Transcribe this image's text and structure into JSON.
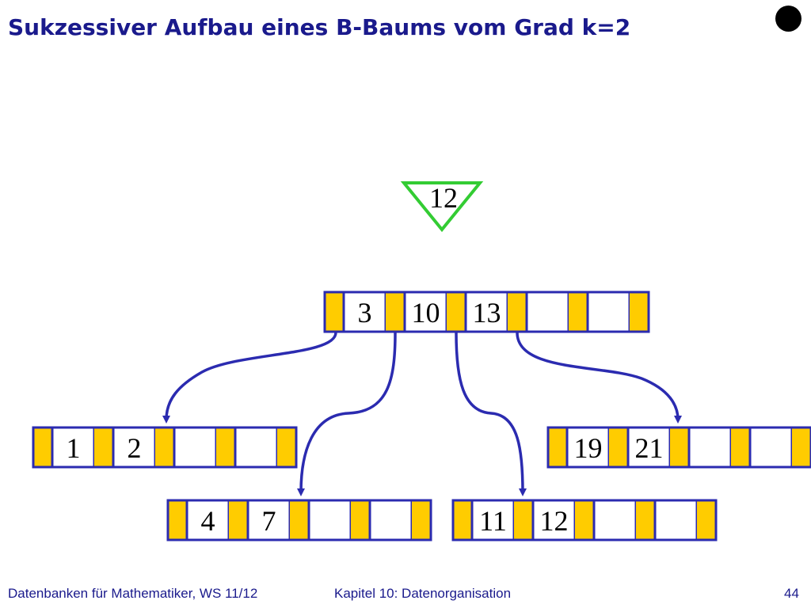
{
  "title": "Sukzessiver Aufbau eines B-Baums vom Grad k=2",
  "insert_key": "12",
  "tree": {
    "root": {
      "keys": [
        "3",
        "10",
        "13",
        "",
        ""
      ]
    },
    "leaves": [
      {
        "name": "leaf-1-2",
        "keys": [
          "1",
          "2",
          "",
          ""
        ]
      },
      {
        "name": "leaf-4-7",
        "keys": [
          "4",
          "7",
          "",
          ""
        ]
      },
      {
        "name": "leaf-11-12",
        "keys": [
          "11",
          "12",
          "",
          ""
        ]
      },
      {
        "name": "leaf-19-21",
        "keys": [
          "19",
          "21",
          "",
          ""
        ]
      }
    ]
  },
  "colors": {
    "title": "#1a1a8c",
    "node_border": "#2b2bb0",
    "pointer_slot": "#ffcc00",
    "arrow": "#2b2bb0",
    "insert_marker": "#33cc33"
  },
  "footer": {
    "course": "Datenbanken für Mathematiker, WS 11/12",
    "chapter": "Kapitel 10: Datenorganisation",
    "page": "44"
  }
}
